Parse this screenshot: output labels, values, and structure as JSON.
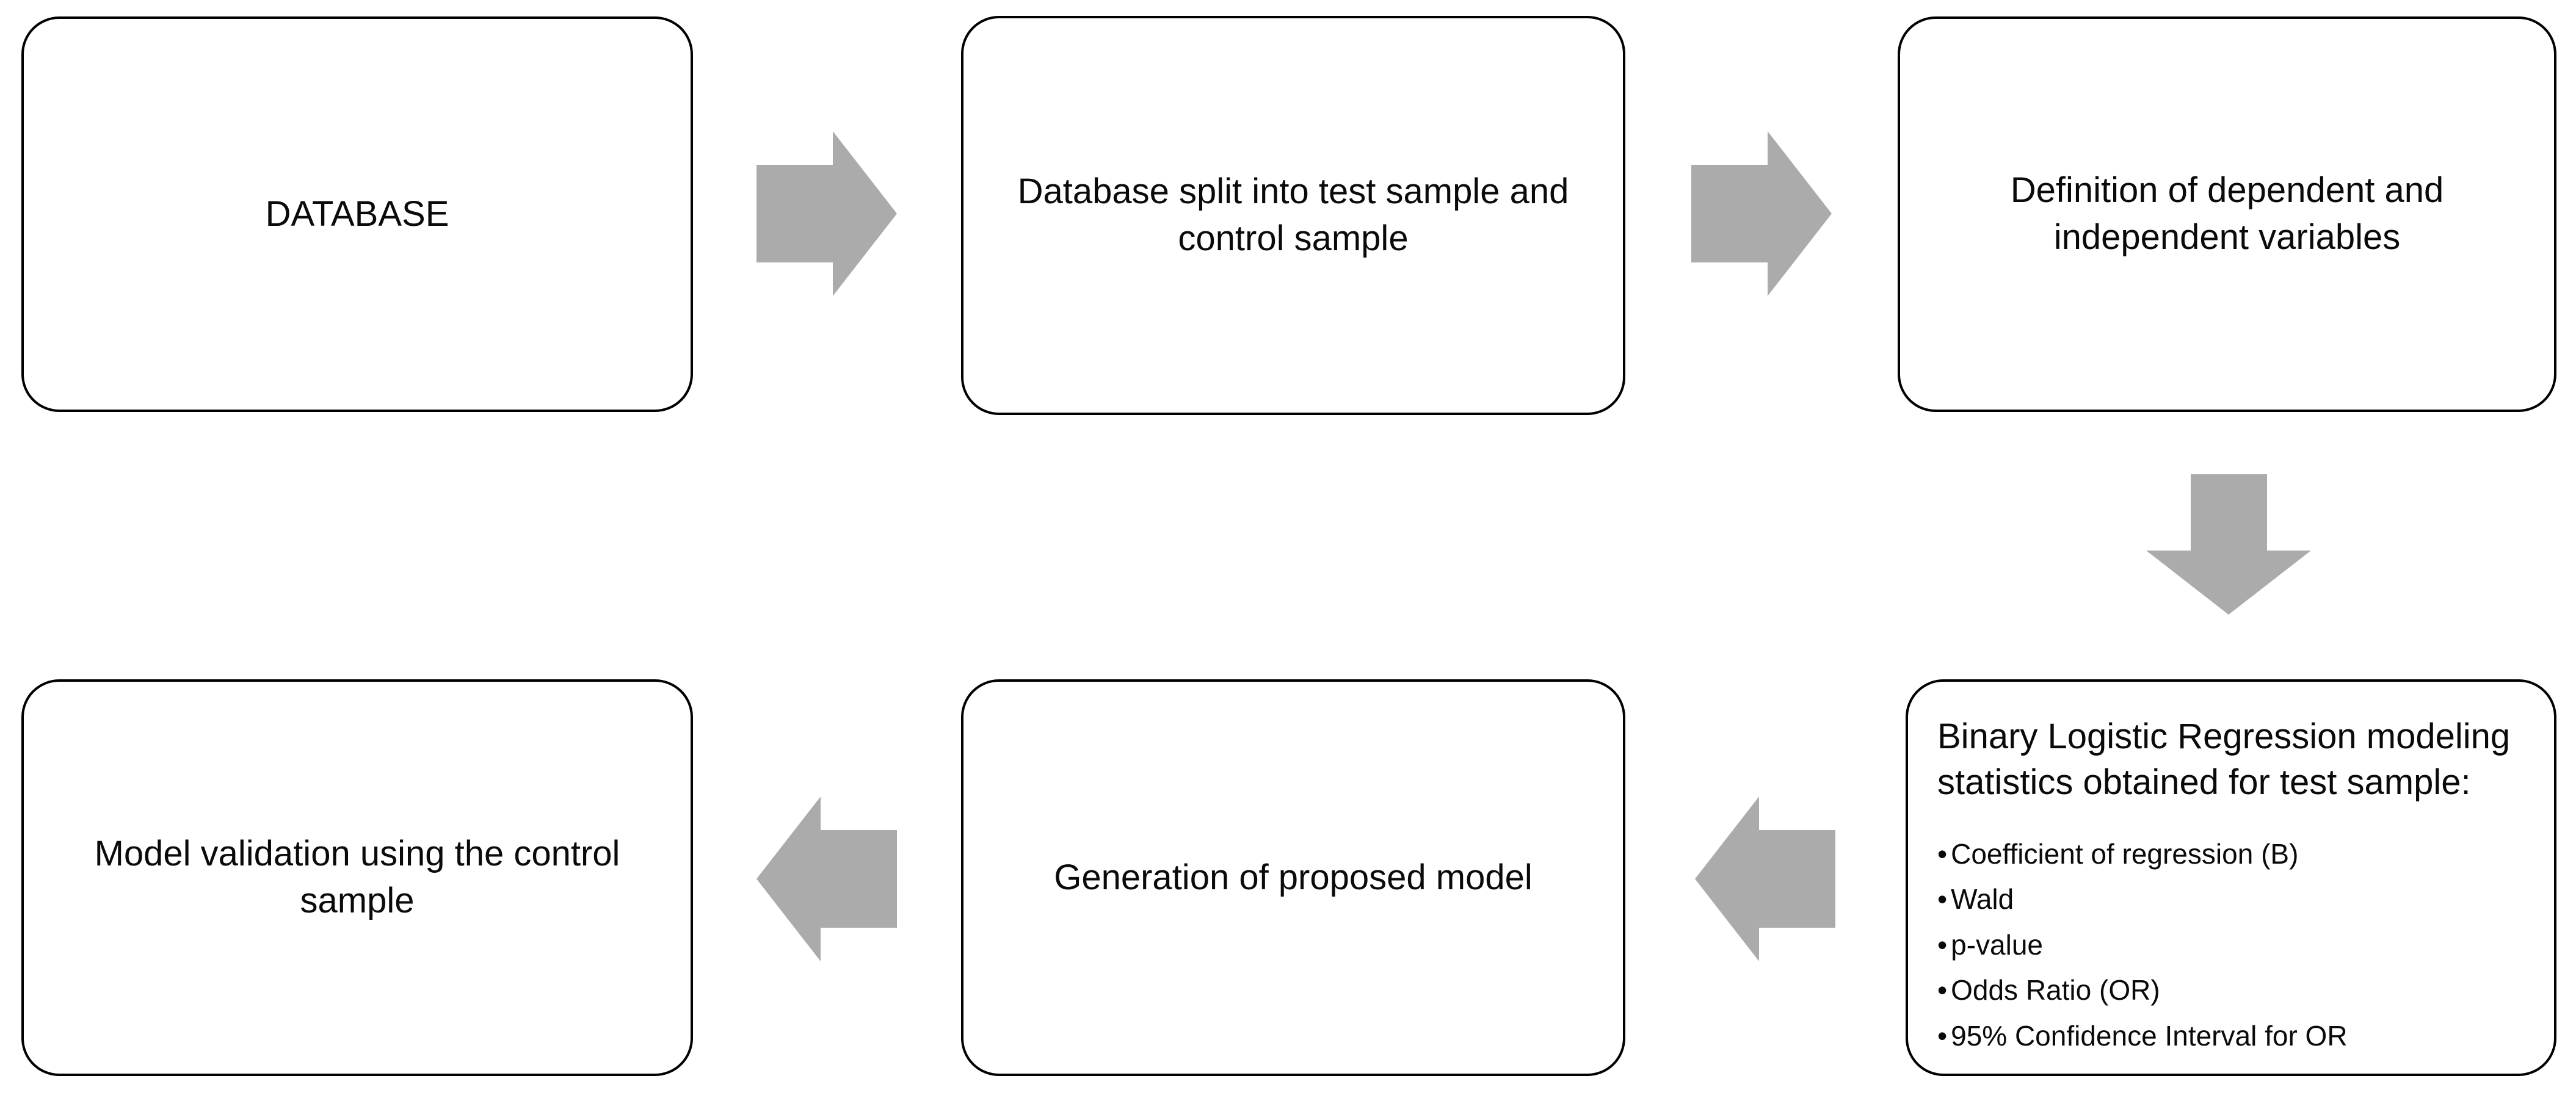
{
  "colors": {
    "arrow": "#ababab",
    "border": "#000000",
    "text": "#0a0a0a",
    "background": "#ffffff"
  },
  "bullet_char": "•",
  "flowchart": {
    "boxes": [
      {
        "name": "database",
        "text": "DATABASE"
      },
      {
        "name": "split",
        "text": "Database split into test sample and control sample"
      },
      {
        "name": "variables",
        "text": "Definition of dependent and independent variables"
      },
      {
        "name": "regression-stats",
        "title": "Binary Logistic Regression modeling statistics obtained for test sample:",
        "bullets": [
          "Coefficient of regression (B)",
          "Wald",
          "p-value",
          "Odds Ratio (OR)",
          "95% Confidence Interval for OR"
        ]
      },
      {
        "name": "generation",
        "text": "Generation of proposed model"
      },
      {
        "name": "validation",
        "text": "Model validation using the control sample"
      }
    ],
    "arrows": [
      {
        "name": "database-to-split",
        "direction": "right"
      },
      {
        "name": "split-to-variables",
        "direction": "right"
      },
      {
        "name": "variables-to-regression",
        "direction": "down"
      },
      {
        "name": "regression-to-generation",
        "direction": "left"
      },
      {
        "name": "generation-to-validation",
        "direction": "left"
      }
    ]
  }
}
